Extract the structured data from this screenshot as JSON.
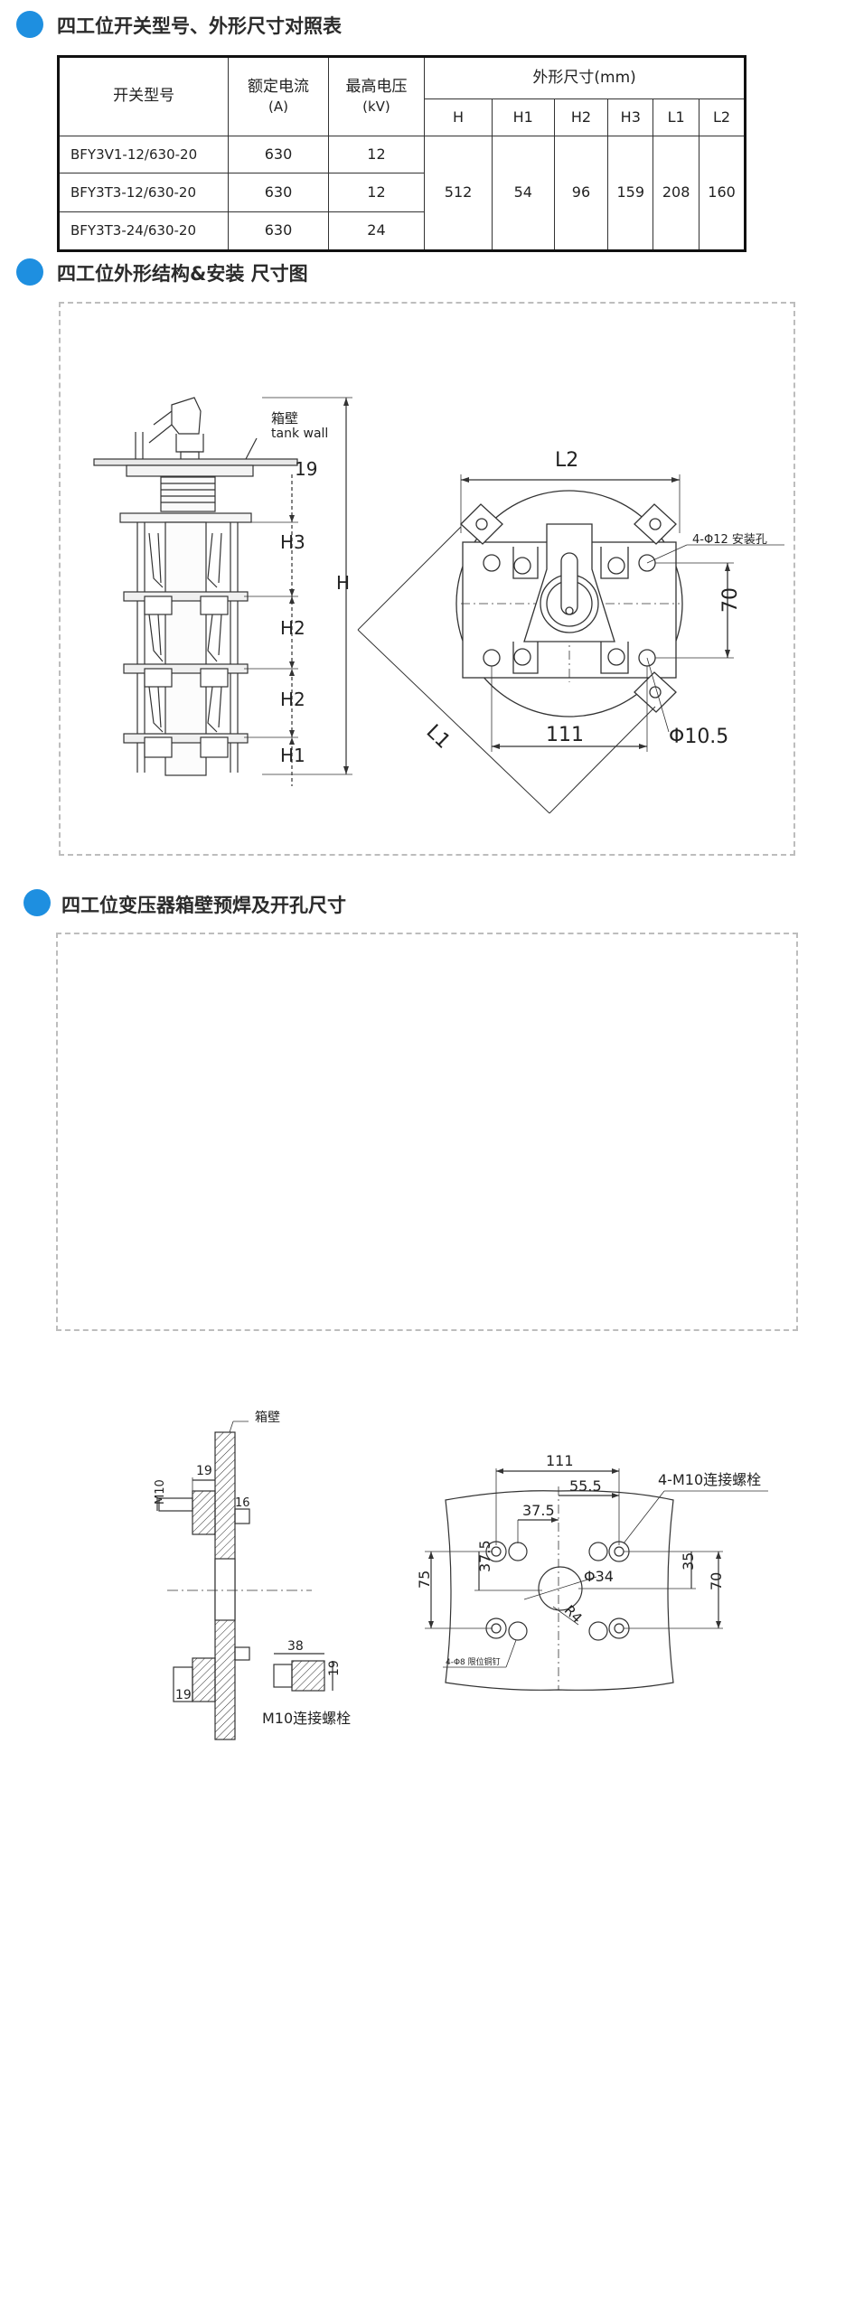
{
  "section1": {
    "title": "四工位开关型号、外形尺寸对照表"
  },
  "table": {
    "header": {
      "model": "开关型号",
      "current": "额定电流",
      "current_unit": "(A)",
      "voltage": "最高电压",
      "voltage_unit": "(kV)",
      "dims": "外形尺寸(mm)",
      "dim_cols": [
        "H",
        "H1",
        "H2",
        "H3",
        "L1",
        "L2"
      ]
    },
    "rows": [
      {
        "model": "BFY3V1-12/630-20",
        "current": "630",
        "voltage": "12"
      },
      {
        "model": "BFY3T3-12/630-20",
        "current": "630",
        "voltage": "12"
      },
      {
        "model": "BFY3T3-24/630-20",
        "current": "630",
        "voltage": "24"
      }
    ],
    "dims": {
      "H": "512",
      "H1": "54",
      "H2": "96",
      "H3": "159",
      "L1": "208",
      "L2": "160"
    }
  },
  "section2": {
    "title": "四工位外形结构&安装 尺寸图"
  },
  "diagram2": {
    "wall_cn": "箱壁",
    "wall_en": "tank wall",
    "dim_19": "19",
    "H3": "H3",
    "H": "H",
    "H2a": "H2",
    "H2b": "H2",
    "H1": "H1",
    "L2": "L2",
    "L1": "L1",
    "holes": "4-Φ12 安装孔",
    "dim_70": "70",
    "dim_111": "111",
    "dia": "Φ10.5"
  },
  "section3": {
    "title": "四工位变压器箱壁预焊及开孔尺寸"
  },
  "diagram3": {
    "wall": "箱壁",
    "dim19_top": "19",
    "m10": "M10",
    "dim16": "16",
    "dim19_bottom": "19",
    "dim38": "38",
    "dim19_bolt": "19",
    "bolt_label": "M10连接螺栓",
    "dim111": "111",
    "dim55": "55.5",
    "dim37_top": "37.5",
    "dim37_side": "37.5",
    "dim75": "75",
    "dim35": "35",
    "dim70": "70",
    "phi34": "Φ34",
    "r4": "R4",
    "bolts": "4-M10连接螺栓",
    "pins": "4-Φ8 限位铜钉"
  }
}
